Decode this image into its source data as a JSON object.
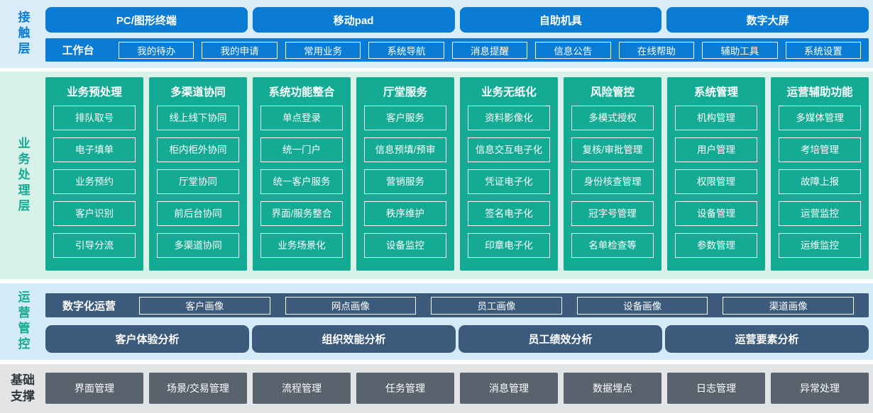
{
  "colors": {
    "primary_blue": "#0a7cd3",
    "teal": "#14ab94",
    "slate_blue": "#3b5a7c",
    "gray": "#59636d",
    "contact_bg": "#d9edf8",
    "business_bg": "#d8f1e9",
    "operation_bg": "#d3ebf7",
    "foundation_bg": "#e3e4e6",
    "foundation_text": "#2f363c"
  },
  "layers": {
    "contact": {
      "label": "接触层",
      "terminals": [
        "PC/图形终端",
        "移动pad",
        "自助机具",
        "数字大屏"
      ],
      "workbench": {
        "label": "工作台",
        "items": [
          "我的待办",
          "我的申请",
          "常用业务",
          "系统导航",
          "消息提醒",
          "信息公告",
          "在线帮助",
          "辅助工具",
          "系统设置"
        ]
      }
    },
    "business": {
      "label": "业务处理层",
      "columns": [
        {
          "title": "业务预处理",
          "items": [
            "排队取号",
            "电子填单",
            "业务预约",
            "客户识别",
            "引导分流"
          ]
        },
        {
          "title": "多渠道协同",
          "items": [
            "线上线下协同",
            "柜内柜外协同",
            "厅堂协同",
            "前后台协同",
            "多渠道协同"
          ]
        },
        {
          "title": "系统功能整合",
          "items": [
            "单点登录",
            "统一门户",
            "统一客户服务",
            "界面/服务整合",
            "业务场景化"
          ]
        },
        {
          "title": "厅堂服务",
          "items": [
            "客户服务",
            "信息预填/预审",
            "营销服务",
            "秩序维护",
            "设备监控"
          ]
        },
        {
          "title": "业务无纸化",
          "items": [
            "资料影像化",
            "信息交互电子化",
            "凭证电子化",
            "签名电子化",
            "印章电子化"
          ]
        },
        {
          "title": "风险管控",
          "items": [
            "多模式授权",
            "复核/审批管理",
            "身份核查管理",
            "冠字号管理",
            "名单检查等"
          ]
        },
        {
          "title": "系统管理",
          "items": [
            "机构管理",
            "用户管理",
            "权限管理",
            "设备管理",
            "参数管理"
          ]
        },
        {
          "title": "运营辅助功能",
          "items": [
            "多媒体管理",
            "考培管理",
            "故障上报",
            "运营监控",
            "运维监控"
          ]
        }
      ]
    },
    "operation": {
      "label": "运营管控",
      "digital": {
        "label": "数字化运营",
        "items": [
          "客户画像",
          "网点画像",
          "员工画像",
          "设备画像",
          "渠道画像"
        ]
      },
      "analysis": [
        "客户体验分析",
        "组织效能分析",
        "员工绩效分析",
        "运营要素分析"
      ]
    },
    "foundation": {
      "label": "基础支撑",
      "items": [
        "界面管理",
        "场景/交易管理",
        "流程管理",
        "任务管理",
        "消息管理",
        "数据埋点",
        "日志管理",
        "异常处理"
      ]
    }
  }
}
